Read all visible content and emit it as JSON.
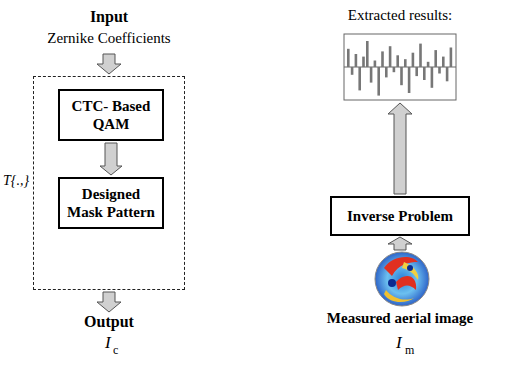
{
  "diagram": {
    "nodes": [
      {
        "text": [
          "T{.,}"
        ]
      },
      {
        "text": [
          "CTC- Based QAM"
        ],
        "in": 0
      },
      {
        "text": [
          "Designed Mask Pattern"
        ],
        "in": 0
      },
      {
        "text": [
          "Inverse Problem"
        ]
      }
    ],
    "edges": [
      {
        "from": 1,
        "to": 2,
        "arrow": "to"
      }
    ],
    "labels": [
      "Input",
      "Zernike Coefficients",
      "Output",
      "I",
      "c",
      "Extracted results:",
      "Measured aerial image",
      "I",
      "m"
    ]
  }
}
